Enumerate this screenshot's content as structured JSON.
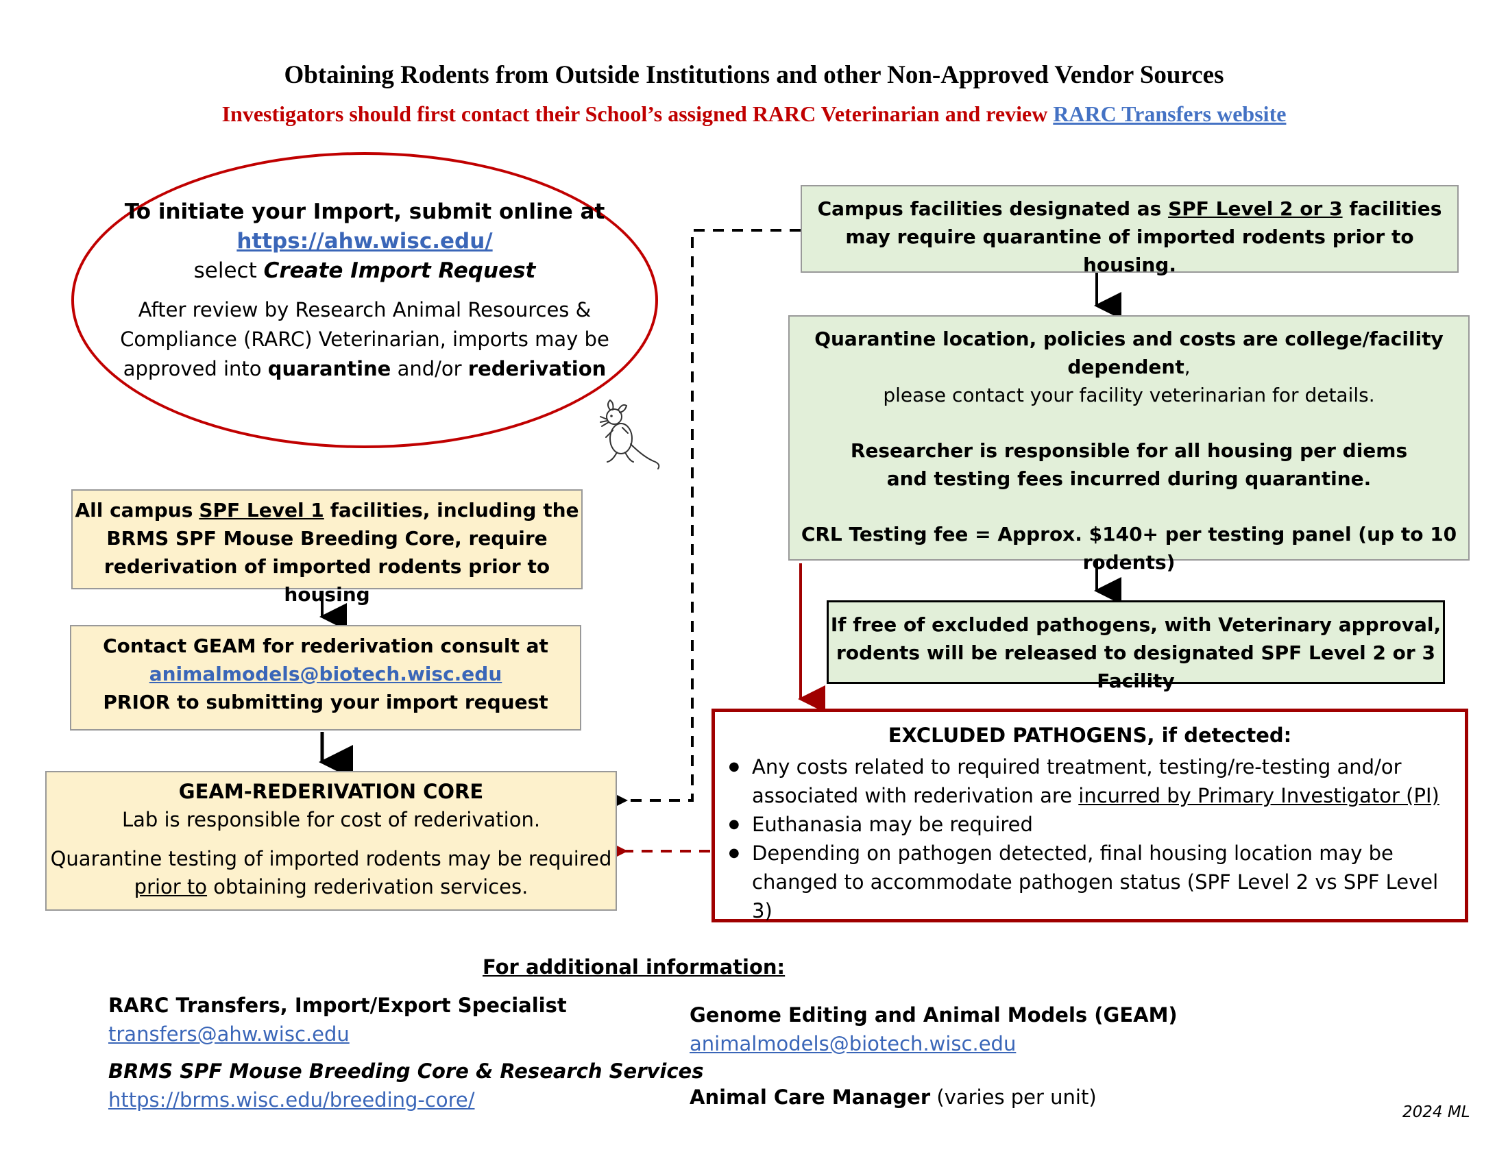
{
  "header": {
    "title": "Obtaining Rodents from Outside Institutions and other Non-Approved Vendor Sources",
    "subtitle_prefix": "Investigators should first contact their School’s assigned RARC Veterinarian and review",
    "subtitle_link": "RARC Transfers website"
  },
  "ellipse": {
    "line1": "To initiate your Import, submit online at",
    "url": "https://ahw.wisc.edu/",
    "select_prefix": "select",
    "select_action": "Create Import Request",
    "review_text": "After review by Research Animal Resources & Compliance (RARC) Veterinarian, imports may be approved into",
    "quarantine": "quarantine",
    "andor": "and/or",
    "rederivation": "rederivation"
  },
  "left": {
    "spf1_prefix": "All campus",
    "spf1_u": "SPF Level 1",
    "spf1_rest": "facilities, including the BRMS SPF Mouse Breeding Core, require rederivation of imported rodents prior to housing",
    "geam_line1": "Contact GEAM for rederivation consult at",
    "geam_email": "animalmodels@biotech.wisc.edu",
    "geam_line3": "PRIOR to submitting your import request",
    "core_title": "GEAM-REDERIVATION CORE",
    "core_line2": "Lab is responsible for cost of rederivation.",
    "core_line3": "Quarantine testing of imported rodents may be required",
    "core_line4_u": "prior to",
    "core_line4_rest": "obtaining rederivation services."
  },
  "right": {
    "spf23_prefix": "Campus facilities designated as",
    "spf23_u": "SPF Level 2 or 3",
    "spf23_rest": "facilities",
    "spf23_line2": "may require quarantine of imported rodents prior to housing.",
    "q_bold": "Quarantine location, policies and costs are college/facility dependent",
    "q_rest": ",",
    "q_line2": "please contact your facility veterinarian for details.",
    "q_resp1": "Researcher is responsible for all housing per diems",
    "q_resp2": "and testing fees incurred during quarantine.",
    "q_fee": "CRL Testing fee = Approx. $140+ per testing panel (up to 10 rodents)",
    "release_line1": "If free of excluded pathogens, with Veterinary approval,",
    "release_line2": "rodents will be released to designated SPF Level 2 or 3 Facility",
    "excl_title": "EXCLUDED PATHOGENS, if detected:",
    "excl_b1_prefix": "Any costs related to required treatment, testing/re-testing and/or associated with rederivation are",
    "excl_b1_u": "incurred by Primary Investigator (PI)",
    "excl_b2": "Euthanasia may be required",
    "excl_b3": "Depending on pathogen detected, final housing location may be changed to accommodate pathogen status (SPF Level 2 vs SPF Level 3)"
  },
  "footer": {
    "heading": "For additional information:",
    "c1_title": "RARC Transfers, Import/Export Specialist",
    "c1_link": "transfers@ahw.wisc.edu",
    "c2_title": "BRMS SPF Mouse Breeding Core & Research Services",
    "c2_link": "https://brms.wisc.edu/breeding-core/",
    "c3_title": "Genome Editing and Animal Models (GEAM)",
    "c3_link": "animalmodels@biotech.wisc.edu",
    "c4_title": "Animal Care Manager",
    "c4_rest": "(varies per unit)",
    "signature": "2024 ML"
  },
  "colors": {
    "accent_red": "#c00000",
    "link_blue": "#3a66b8",
    "yellow_fill": "#fdf1cc",
    "green_fill": "#e2efd9",
    "dark_red_border": "#a00000"
  },
  "icons": [
    "mouse-icon"
  ]
}
